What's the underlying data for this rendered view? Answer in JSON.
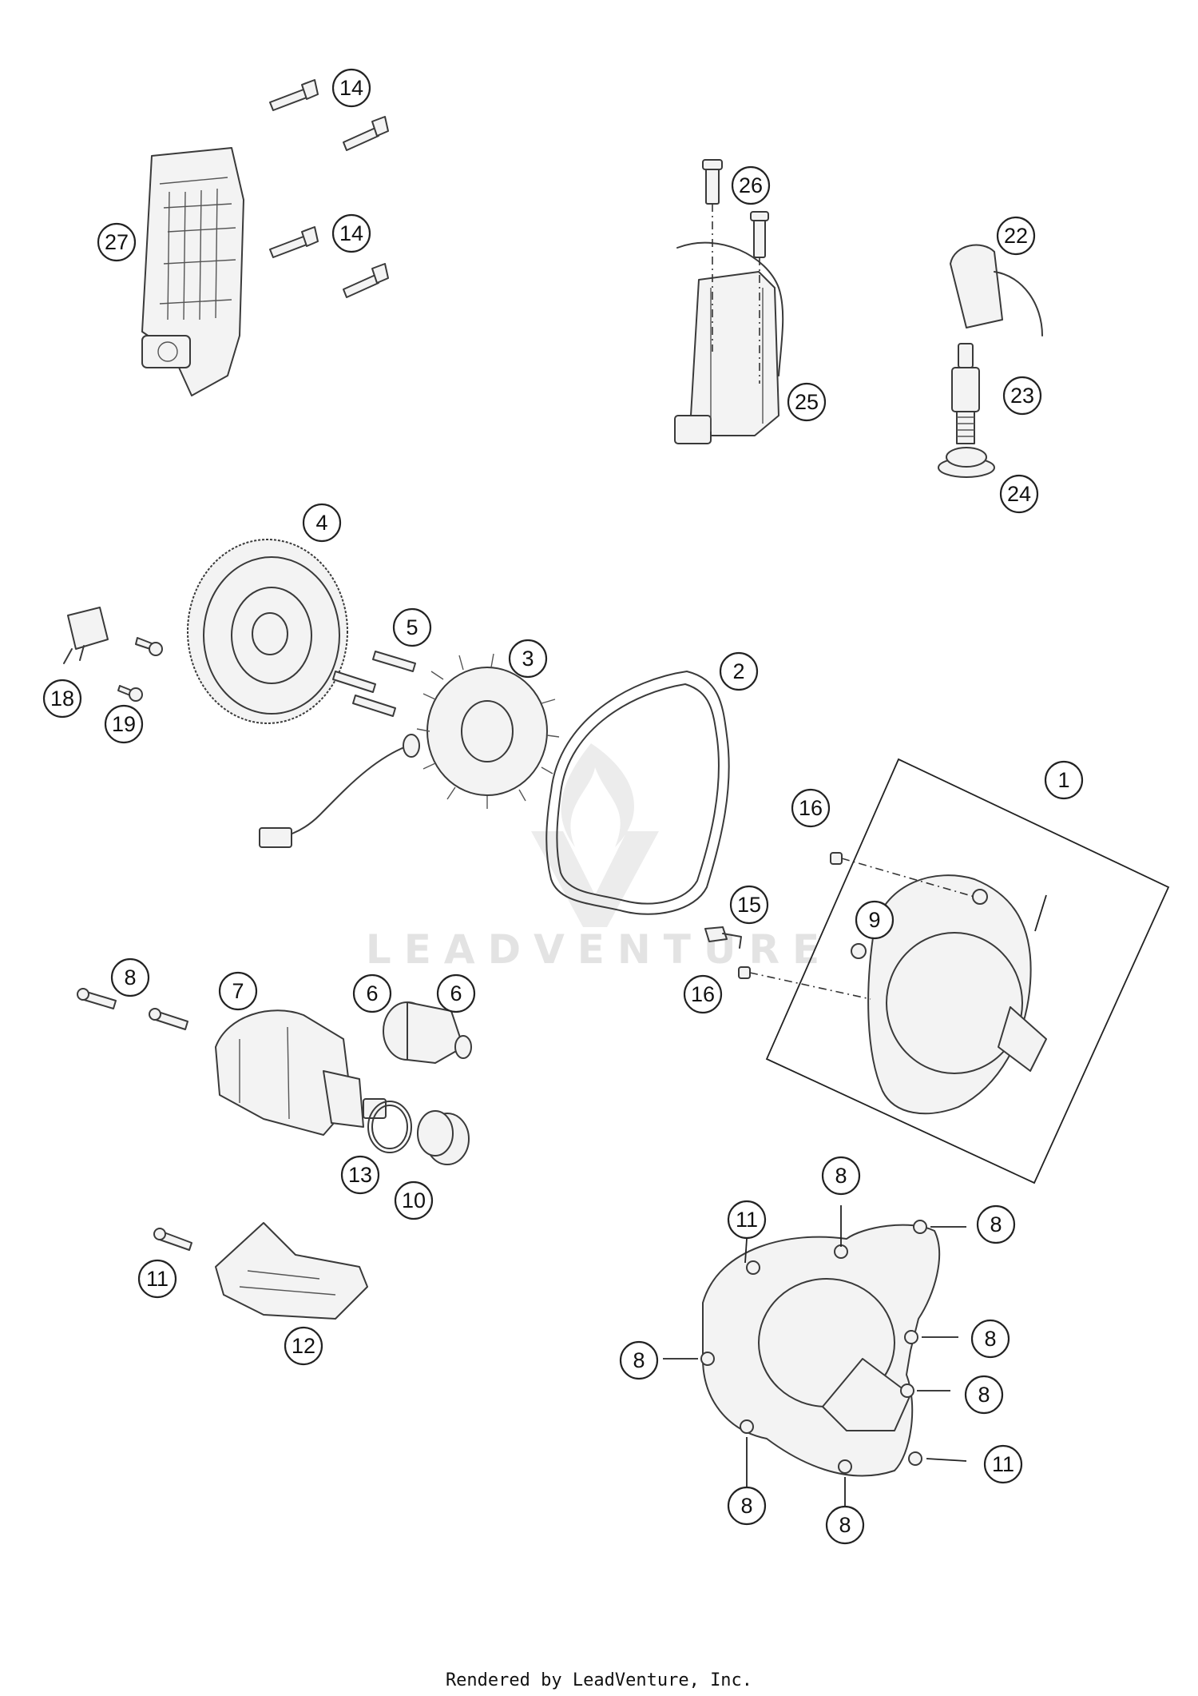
{
  "watermark": {
    "text": "LEADVENTURE"
  },
  "footer": {
    "text": "Rendered by LeadVenture, Inc."
  },
  "callouts": [
    {
      "id": "c14a",
      "label": "14"
    },
    {
      "id": "c14b",
      "label": "14"
    },
    {
      "id": "c27",
      "label": "27"
    },
    {
      "id": "c26",
      "label": "26"
    },
    {
      "id": "c25",
      "label": "25"
    },
    {
      "id": "c22",
      "label": "22"
    },
    {
      "id": "c23",
      "label": "23"
    },
    {
      "id": "c24",
      "label": "24"
    },
    {
      "id": "c4",
      "label": "4"
    },
    {
      "id": "c5",
      "label": "5"
    },
    {
      "id": "c3",
      "label": "3"
    },
    {
      "id": "c2",
      "label": "2"
    },
    {
      "id": "c18",
      "label": "18"
    },
    {
      "id": "c19",
      "label": "19"
    },
    {
      "id": "c1",
      "label": "1"
    },
    {
      "id": "c16a",
      "label": "16"
    },
    {
      "id": "c9",
      "label": "9"
    },
    {
      "id": "c15",
      "label": "15"
    },
    {
      "id": "c16b",
      "label": "16"
    },
    {
      "id": "c8a",
      "label": "8"
    },
    {
      "id": "c7",
      "label": "7"
    },
    {
      "id": "c6a",
      "label": "6"
    },
    {
      "id": "c6b",
      "label": "6"
    },
    {
      "id": "c13",
      "label": "13"
    },
    {
      "id": "c10",
      "label": "10"
    },
    {
      "id": "c11a",
      "label": "11"
    },
    {
      "id": "c12",
      "label": "12"
    },
    {
      "id": "c11b",
      "label": "11"
    },
    {
      "id": "c8b",
      "label": "8"
    },
    {
      "id": "c8c",
      "label": "8"
    },
    {
      "id": "c8d",
      "label": "8"
    },
    {
      "id": "c8e",
      "label": "8"
    },
    {
      "id": "c8f",
      "label": "8"
    },
    {
      "id": "c8g",
      "label": "8"
    },
    {
      "id": "c8h",
      "label": "8"
    },
    {
      "id": "c11c",
      "label": "11"
    }
  ]
}
